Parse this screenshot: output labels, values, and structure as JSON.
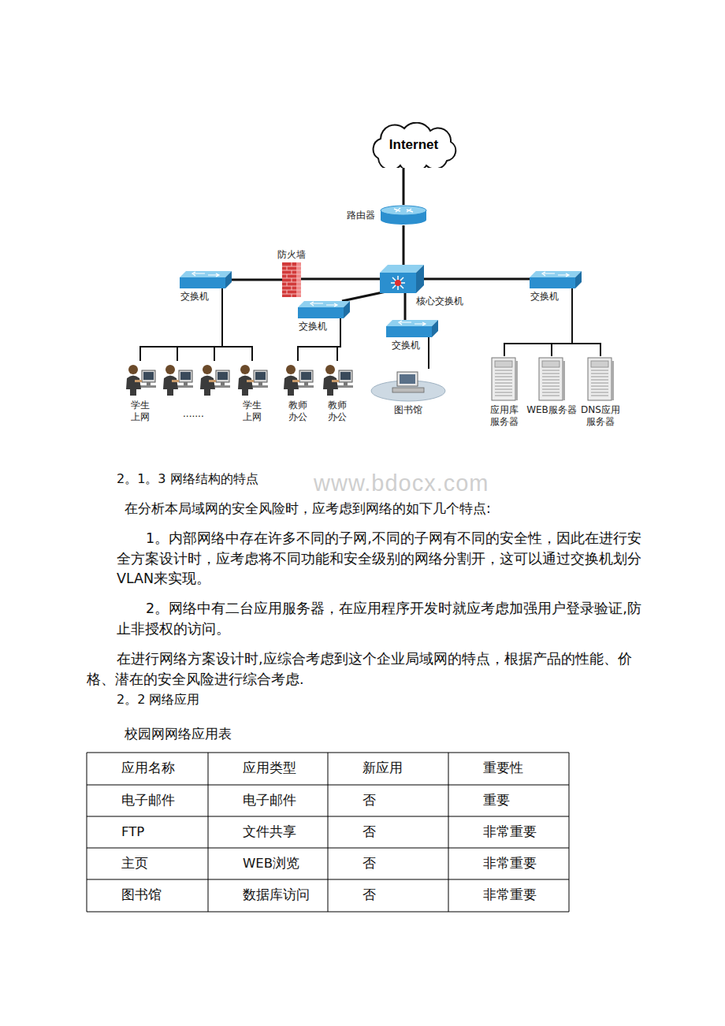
{
  "diagram": {
    "nodes": [
      {
        "text": [
          "Internet"
        ]
      },
      {
        "text": [
          "路由器"
        ]
      },
      {
        "text": [
          "防火墙"
        ]
      },
      {
        "text": [
          "交换机"
        ]
      },
      {
        "text": [
          "核心交换机"
        ]
      },
      {
        "text": [
          "交换机"
        ]
      },
      {
        "text": [
          "交换机"
        ]
      },
      {
        "text": [
          "交换机"
        ]
      },
      {
        "text": [
          "学生上网"
        ]
      },
      {
        "text": [
          "学生上网"
        ]
      },
      {
        "text": [
          "教师办公"
        ]
      },
      {
        "text": [
          "教师办公"
        ]
      },
      {
        "text": [
          "图书馆"
        ]
      },
      {
        "text": [
          "应用库服务器"
        ]
      },
      {
        "text": [
          "WEB服务器"
        ]
      },
      {
        "text": [
          "DNS应用服务器"
        ]
      }
    ],
    "edges": [
      {
        "from": 0,
        "to": 1,
        "arrow": "none"
      },
      {
        "from": 1,
        "to": 4,
        "arrow": "none"
      },
      {
        "from": 4,
        "to": 2,
        "arrow": "none"
      },
      {
        "from": 2,
        "to": 3,
        "arrow": "none"
      },
      {
        "from": 4,
        "to": 6,
        "arrow": "none"
      },
      {
        "from": 4,
        "to": 7,
        "arrow": "none"
      },
      {
        "from": 4,
        "to": 5,
        "arrow": "none"
      },
      {
        "from": 3,
        "to": 8,
        "arrow": "none"
      },
      {
        "from": 3,
        "to": 9,
        "arrow": "none"
      },
      {
        "from": 6,
        "to": 10,
        "arrow": "none"
      },
      {
        "from": 6,
        "to": 11,
        "arrow": "none"
      },
      {
        "from": 7,
        "to": 12,
        "arrow": "none"
      },
      {
        "from": 5,
        "to": 13,
        "arrow": "none"
      },
      {
        "from": 5,
        "to": 14,
        "arrow": "none"
      },
      {
        "from": 5,
        "to": 15,
        "arrow": "none"
      }
    ],
    "labels": [
      ".......",
      "2。1。3 网络结构的特点",
      "在分析本局域网的安全风险时，应考虑到网络的如下几个特点:",
      "1。内部网络中存在许多不同的子网,不同的子网有不同的安全性，因此在进行安全方案设计时，应考虑将不同功能和安全级别的网络分割开，这可以通过交换机划分VLAN来实现。",
      "2。网络中有二台应用服务器，在应用程序开发时就应考虑加强用户登录验证,防止非授权的访问。",
      "在进行网络方案设计时,应综合考虑到这个企业局域网的特点，根据产品的性能、价格、潜在的安全风险进行综合考虑.",
      "2。2 网络应用",
      "校园网网络应用表",
      "应用名称",
      "应用类型",
      "新应用",
      "重要性",
      "电子邮件",
      "电子邮件",
      "否",
      "重要",
      "FTP",
      "文件共享",
      "否",
      "非常重要",
      "主页",
      "WEB浏览",
      "否",
      "非常重要",
      "图书馆",
      "数据库访问",
      "否",
      "非常重要",
      "www.bdocx.com"
    ]
  }
}
